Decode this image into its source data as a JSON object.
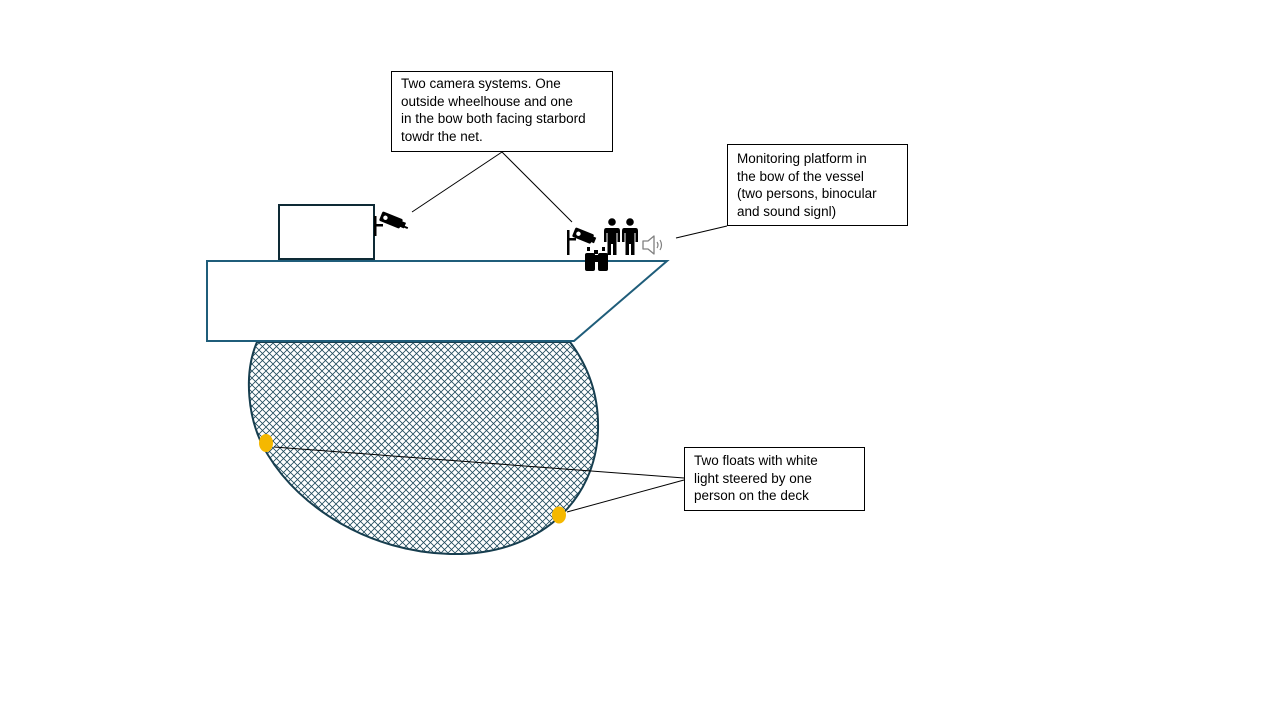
{
  "callouts": {
    "cameras": "Two camera systems. One\noutside wheelhouse and one\nin the bow both facing starbord\ntowdr the net.",
    "platform": "Monitoring  platform in\nthe bow of the vessel\n(two persons, binocular\nand sound signl)",
    "floats": "Two floats with white\nlight steered by one\nperson on the deck"
  },
  "colors": {
    "hull": "#1f5d7a",
    "net_outline": "#173e4f",
    "net_mesh": "#1f4a5c",
    "float": "#f5b800",
    "leader": "#000000"
  },
  "icons": [
    "camera-icon",
    "binoculars-icon",
    "person-icon",
    "speaker-icon"
  ]
}
